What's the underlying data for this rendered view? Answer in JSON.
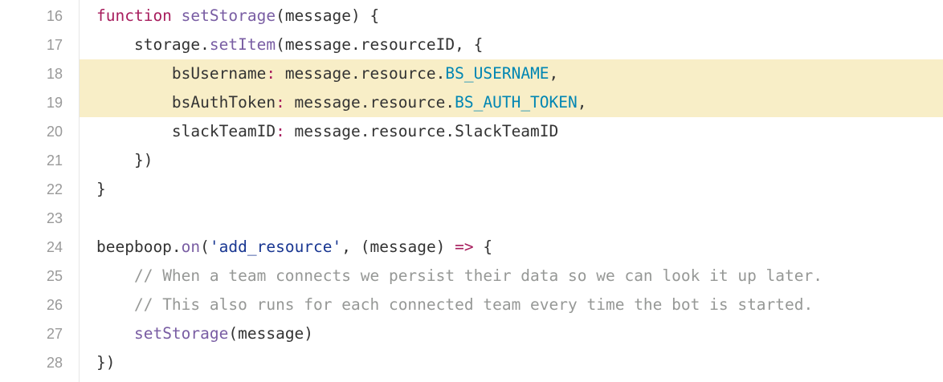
{
  "lines": [
    {
      "number": "16",
      "highlighted": false,
      "tokens": [
        {
          "t": "function",
          "k": "kw"
        },
        {
          "t": " ",
          "k": "plain"
        },
        {
          "t": "setStorage",
          "k": "fn"
        },
        {
          "t": "(message) {",
          "k": "plain"
        }
      ]
    },
    {
      "number": "17",
      "highlighted": false,
      "tokens": [
        {
          "t": "    storage.",
          "k": "plain"
        },
        {
          "t": "setItem",
          "k": "fn"
        },
        {
          "t": "(message.resourceID, {",
          "k": "plain"
        }
      ]
    },
    {
      "number": "18",
      "highlighted": true,
      "tokens": [
        {
          "t": "        bsUsername",
          "k": "plain"
        },
        {
          "t": ":",
          "k": "op"
        },
        {
          "t": " message.resource.",
          "k": "plain"
        },
        {
          "t": "BS_USERNAME",
          "k": "const"
        },
        {
          "t": ",",
          "k": "plain"
        }
      ]
    },
    {
      "number": "19",
      "highlighted": true,
      "tokens": [
        {
          "t": "        bsAuthToken",
          "k": "plain"
        },
        {
          "t": ":",
          "k": "op"
        },
        {
          "t": " message.resource.",
          "k": "plain"
        },
        {
          "t": "BS_AUTH_TOKEN",
          "k": "const"
        },
        {
          "t": ",",
          "k": "plain"
        }
      ]
    },
    {
      "number": "20",
      "highlighted": false,
      "tokens": [
        {
          "t": "        slackTeamID",
          "k": "plain"
        },
        {
          "t": ":",
          "k": "op"
        },
        {
          "t": " message.resource.SlackTeamID",
          "k": "plain"
        }
      ]
    },
    {
      "number": "21",
      "highlighted": false,
      "tokens": [
        {
          "t": "    })",
          "k": "plain"
        }
      ]
    },
    {
      "number": "22",
      "highlighted": false,
      "tokens": [
        {
          "t": "}",
          "k": "plain"
        }
      ]
    },
    {
      "number": "23",
      "highlighted": false,
      "tokens": []
    },
    {
      "number": "24",
      "highlighted": false,
      "tokens": [
        {
          "t": "beepboop.",
          "k": "plain"
        },
        {
          "t": "on",
          "k": "fn"
        },
        {
          "t": "(",
          "k": "plain"
        },
        {
          "t": "'add_resource'",
          "k": "str"
        },
        {
          "t": ", (message) ",
          "k": "plain"
        },
        {
          "t": "=>",
          "k": "op"
        },
        {
          "t": " {",
          "k": "plain"
        }
      ]
    },
    {
      "number": "25",
      "highlighted": false,
      "tokens": [
        {
          "t": "    ",
          "k": "plain"
        },
        {
          "t": "// When a team connects we persist their data so we can look it up later.",
          "k": "com"
        }
      ]
    },
    {
      "number": "26",
      "highlighted": false,
      "tokens": [
        {
          "t": "    ",
          "k": "plain"
        },
        {
          "t": "// This also runs for each connected team every time the bot is started.",
          "k": "com"
        }
      ]
    },
    {
      "number": "27",
      "highlighted": false,
      "tokens": [
        {
          "t": "    ",
          "k": "plain"
        },
        {
          "t": "setStorage",
          "k": "fn"
        },
        {
          "t": "(message)",
          "k": "plain"
        }
      ]
    },
    {
      "number": "28",
      "highlighted": false,
      "tokens": [
        {
          "t": "})",
          "k": "plain"
        }
      ]
    }
  ]
}
